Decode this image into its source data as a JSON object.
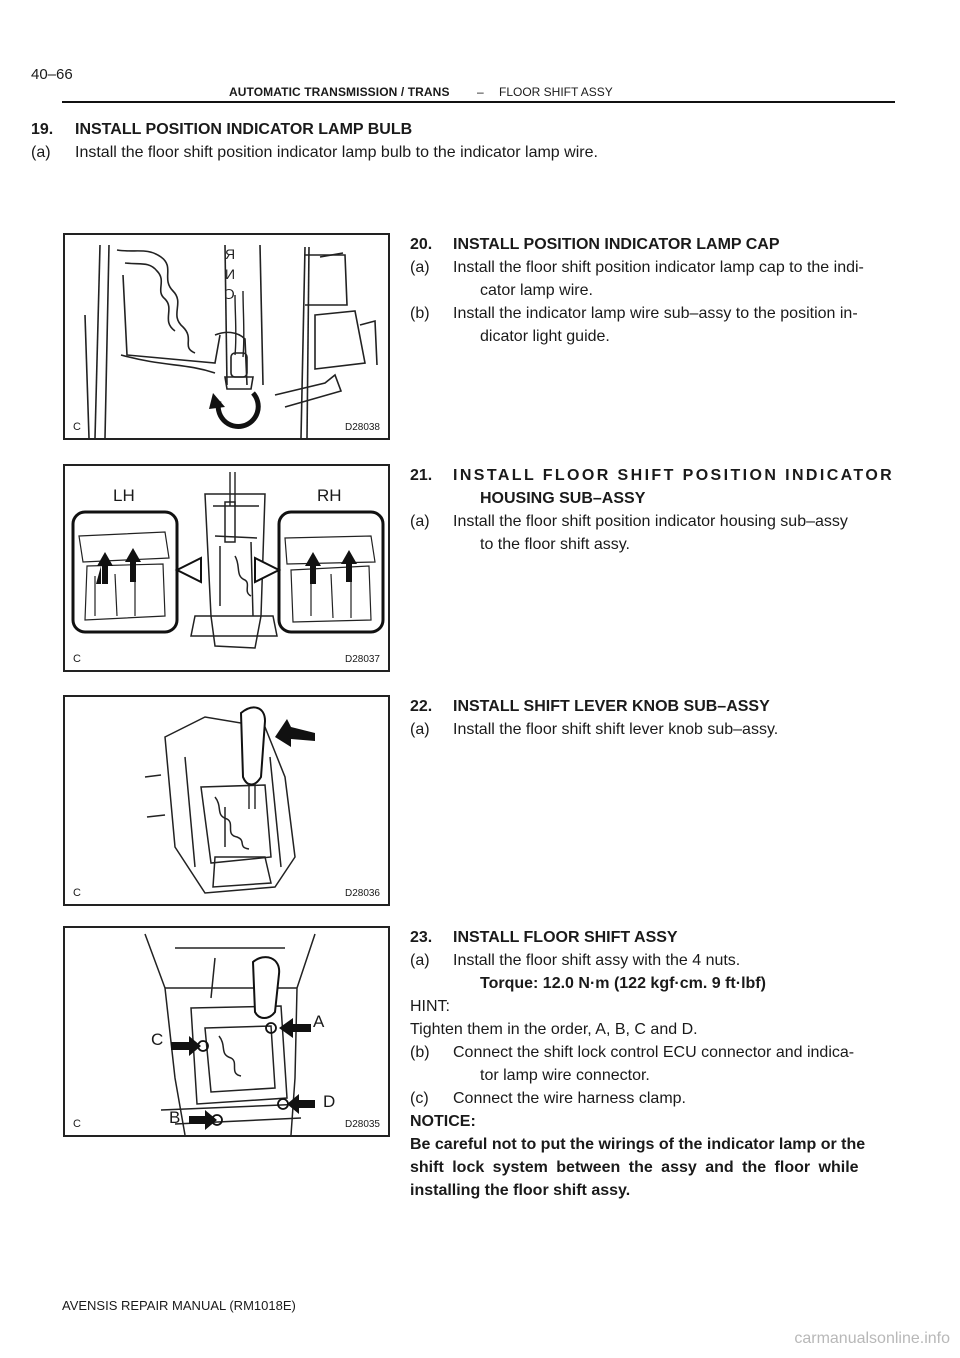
{
  "header": {
    "page_number": "40–66",
    "title": "AUTOMATIC TRANSMISSION / TRANS",
    "separator": "–",
    "subtitle": "FLOOR SHIFT ASSY"
  },
  "step19": {
    "number": "19.",
    "title": "INSTALL POSITION INDICATOR LAMP BULB",
    "a_label": "(a)",
    "a_text": "Install the floor shift position indicator lamp bulb to the indicator lamp wire."
  },
  "step20": {
    "number": "20.",
    "title": "INSTALL POSITION INDICATOR LAMP CAP",
    "a_label": "(a)",
    "a_line1": "Install the floor shift position indicator lamp cap to the indi-",
    "a_line2": "cator lamp wire.",
    "b_label": "(b)",
    "b_line1": "Install the indicator lamp wire sub–assy to the position in-",
    "b_line2": "dicator light guide."
  },
  "step21": {
    "number": "21.",
    "title_line1": "INSTALL FLOOR SHIFT POSITION INDICATOR",
    "title_line2": "HOUSING SUB–ASSY",
    "a_label": "(a)",
    "a_line1": "Install the floor shift position indicator housing sub–assy",
    "a_line2": "to the floor shift assy."
  },
  "step22": {
    "number": "22.",
    "title": "INSTALL SHIFT LEVER KNOB SUB–ASSY",
    "a_label": "(a)",
    "a_text": "Install the floor shift shift lever knob sub–assy."
  },
  "step23": {
    "number": "23.",
    "title": "INSTALL FLOOR SHIFT ASSY",
    "a_label": "(a)",
    "a_text": "Install the floor shift assy with the 4 nuts.",
    "torque": "Torque: 12.0 N·m (122 kgf·cm. 9 ft·lbf)",
    "hint_label": "HINT:",
    "hint_text": "Tighten them in the order, A, B, C and D.",
    "b_label": "(b)",
    "b_line1": "Connect the shift lock control ECU connector and indica-",
    "b_line2": "tor lamp wire connector.",
    "c_label": "(c)",
    "c_text": "Connect the wire harness clamp.",
    "notice_label": "NOTICE:",
    "notice_line1": "Be careful not to put the wirings of the indicator lamp or the",
    "notice_line2": "shift lock system between the assy and the floor while",
    "notice_line3": "installing the floor shift assy."
  },
  "figures": {
    "fig1": {
      "corner": "C",
      "code": "D28038"
    },
    "fig2": {
      "corner": "C",
      "code": "D28037",
      "label_left": "LH",
      "label_right": "RH"
    },
    "fig3": {
      "corner": "C",
      "code": "D28036"
    },
    "fig4": {
      "corner": "C",
      "code": "D28035",
      "label_a": "A",
      "label_b": "B",
      "label_c": "C",
      "label_d": "D"
    }
  },
  "footer": {
    "text": "AVENSIS REPAIR MANUAL   (RM1018E)"
  },
  "watermark": {
    "text": "carmanualsonline.info"
  }
}
